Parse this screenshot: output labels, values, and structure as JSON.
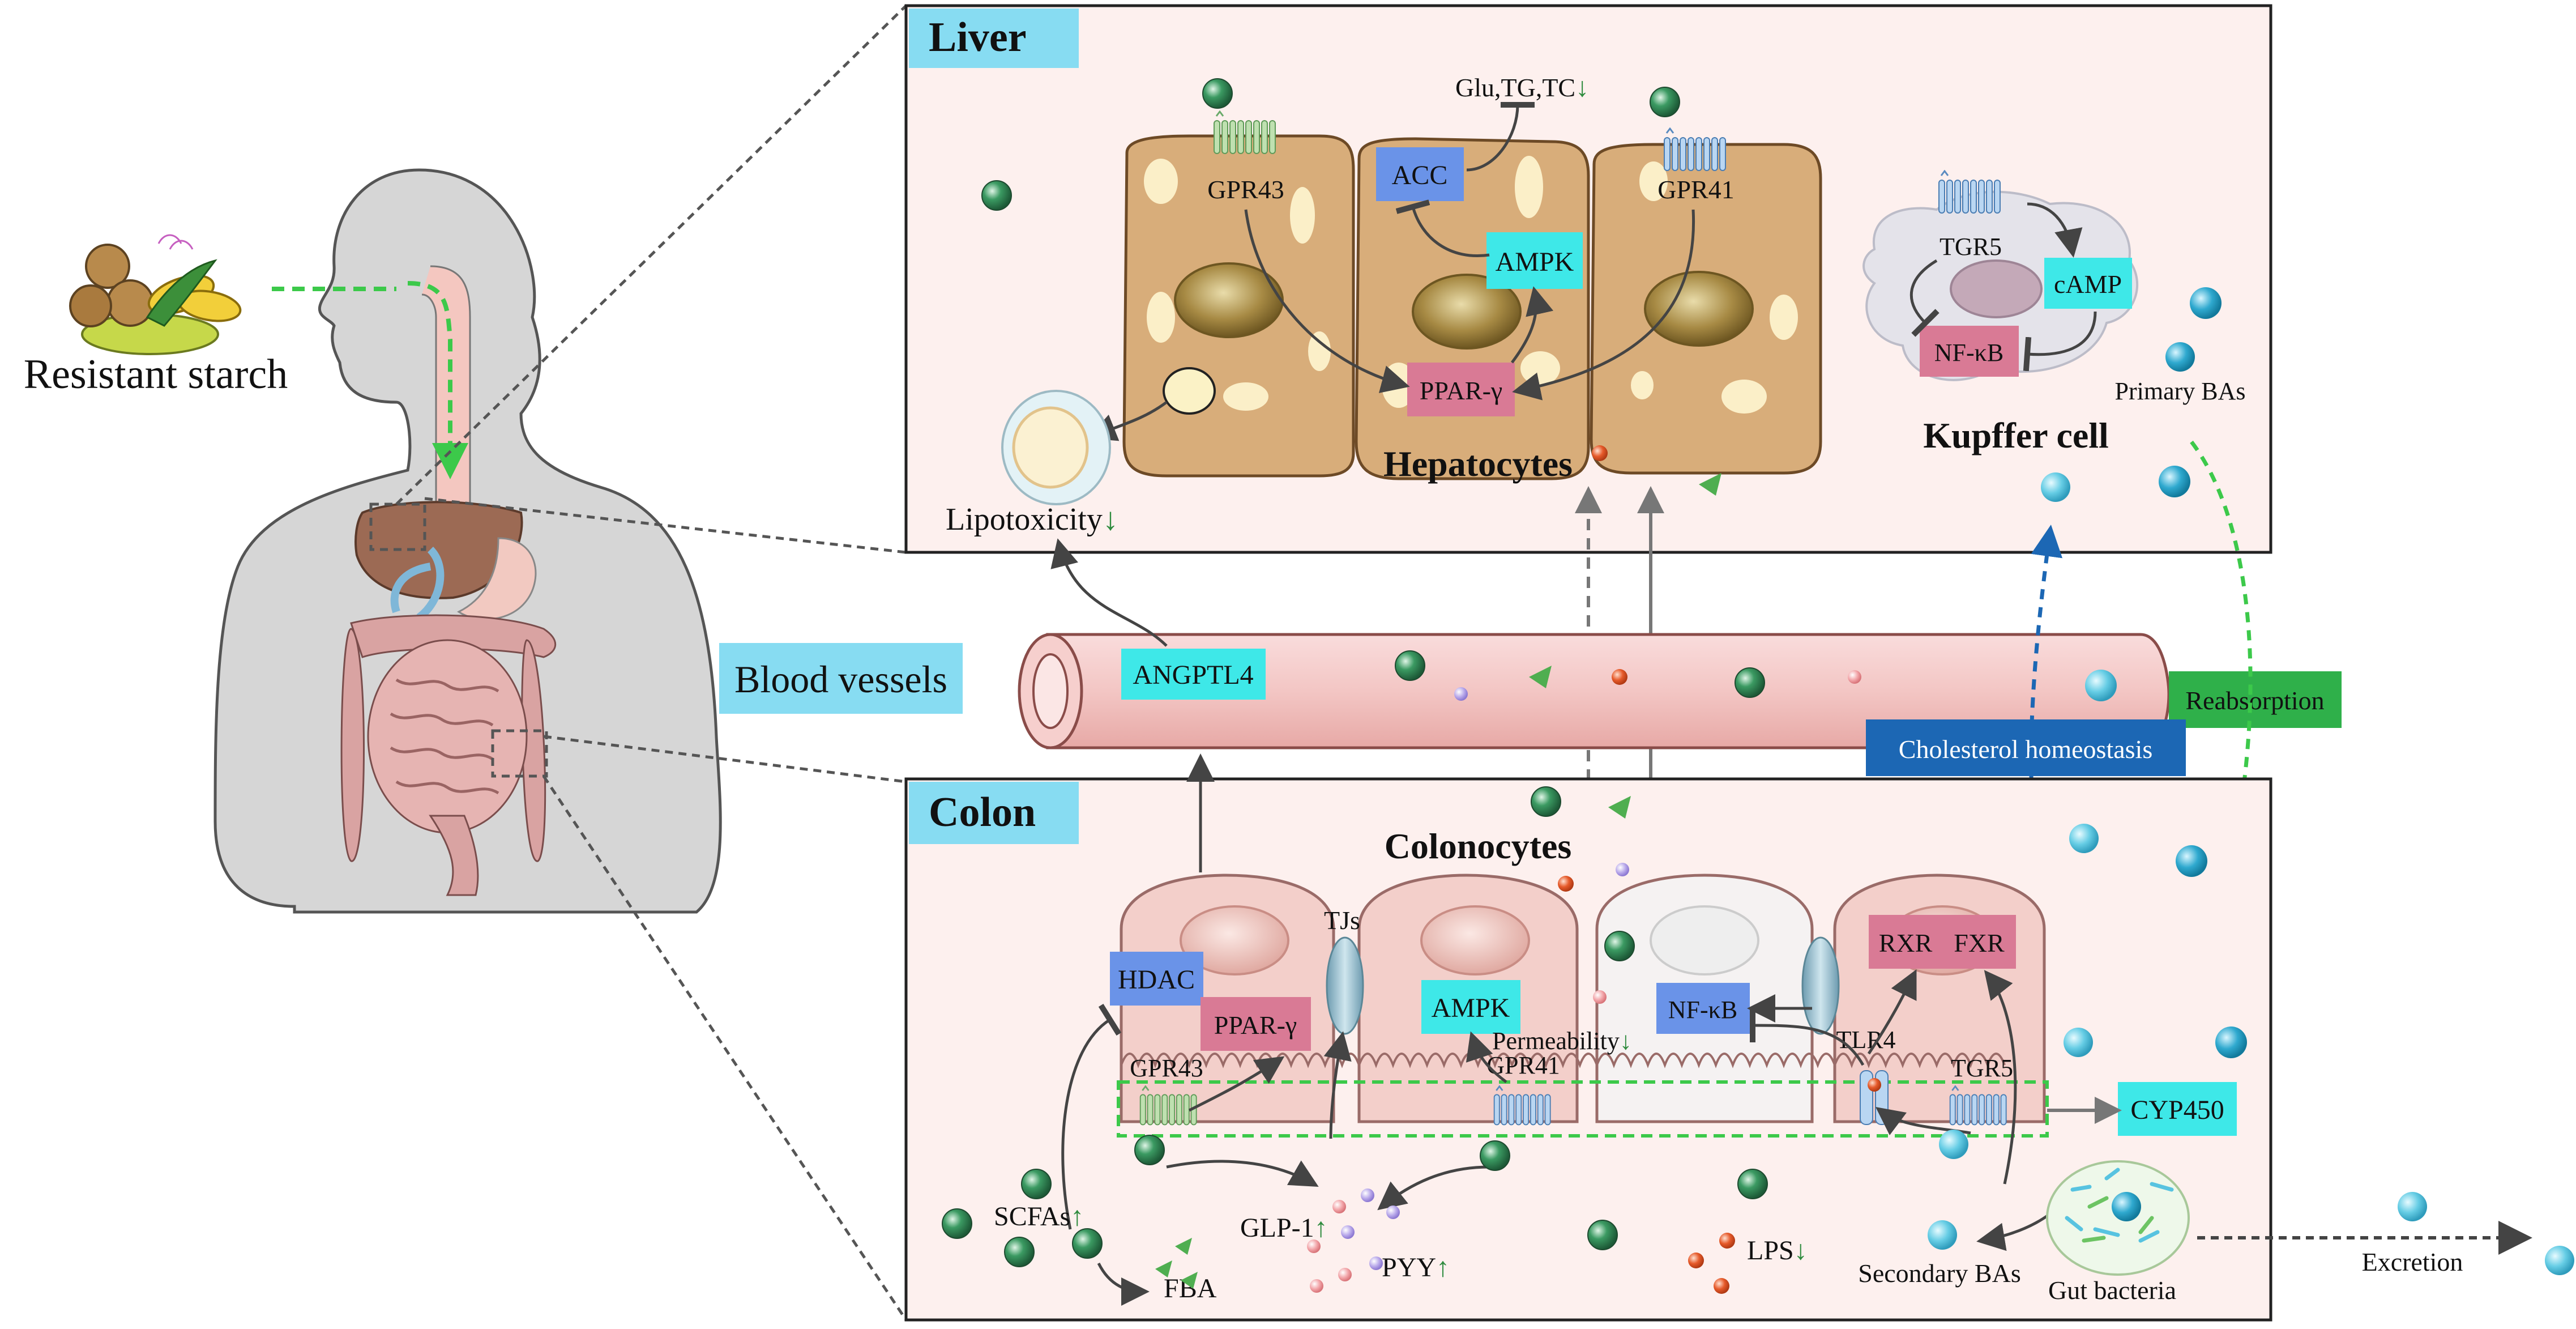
{
  "intake": {
    "label": "Resistant starch"
  },
  "liver": {
    "title": "Liver",
    "hepatocytes_label": "Hepatocytes",
    "gpr43": "GPR43",
    "gpr41": "GPR41",
    "acc": "ACC",
    "ampk": "AMPK",
    "ppar_gamma": "PPAR-γ",
    "glu_tg_tc": "Glu,TG,TC",
    "lipotoxicity": "Lipotoxicity",
    "down_arrow": "↓",
    "kupffer_label": "Kupffer cell",
    "tgr5": "TGR5",
    "camp": "cAMP",
    "nfkb": "NF-κB",
    "primary_bas": "Primary BAs"
  },
  "blood": {
    "label": "Blood  vessels",
    "angptl4": "ANGPTL4",
    "reabsorption": "Reabsorption",
    "cholesterol": "Cholesterol homeostasis"
  },
  "colon": {
    "title": "Colon",
    "colonocytes_label": "Colonocytes",
    "tjs": "TJs",
    "hdac": "HDAC",
    "ppar_gamma": "PPAR-γ",
    "ampk": "AMPK",
    "nfkb": "NF-κB",
    "rxr": "RXR",
    "fxr": "FXR",
    "gpr43": "GPR43",
    "gpr41": "GPR41",
    "permeability": "Permeability",
    "tlr4": "TLR4",
    "tgr5": "TGR5",
    "cyp450": "CYP450",
    "scfas": "SCFAs",
    "up_arrow": "↑",
    "down_arrow": "↓",
    "fba": "FBA",
    "glp1": "GLP-1",
    "pyy": "PYY",
    "lps": "LPS",
    "secondary_bas": "Secondary BAs",
    "gut_bacteria": "Gut bacteria",
    "excretion": "Excretion"
  },
  "colors": {
    "panel_bg": "#fdf0ee",
    "title_box": "#87dcf2",
    "cyan_box": "#3ee8e8",
    "blue_box": "#6a93e8",
    "pink_box": "#d97a95",
    "green_box": "#2fb04a",
    "navy_box": "#1c67b4",
    "hepatocyte": "#d8ad7a",
    "scfa_dot": "#2e7d4f",
    "ba_dot": "#5ec8e0"
  }
}
